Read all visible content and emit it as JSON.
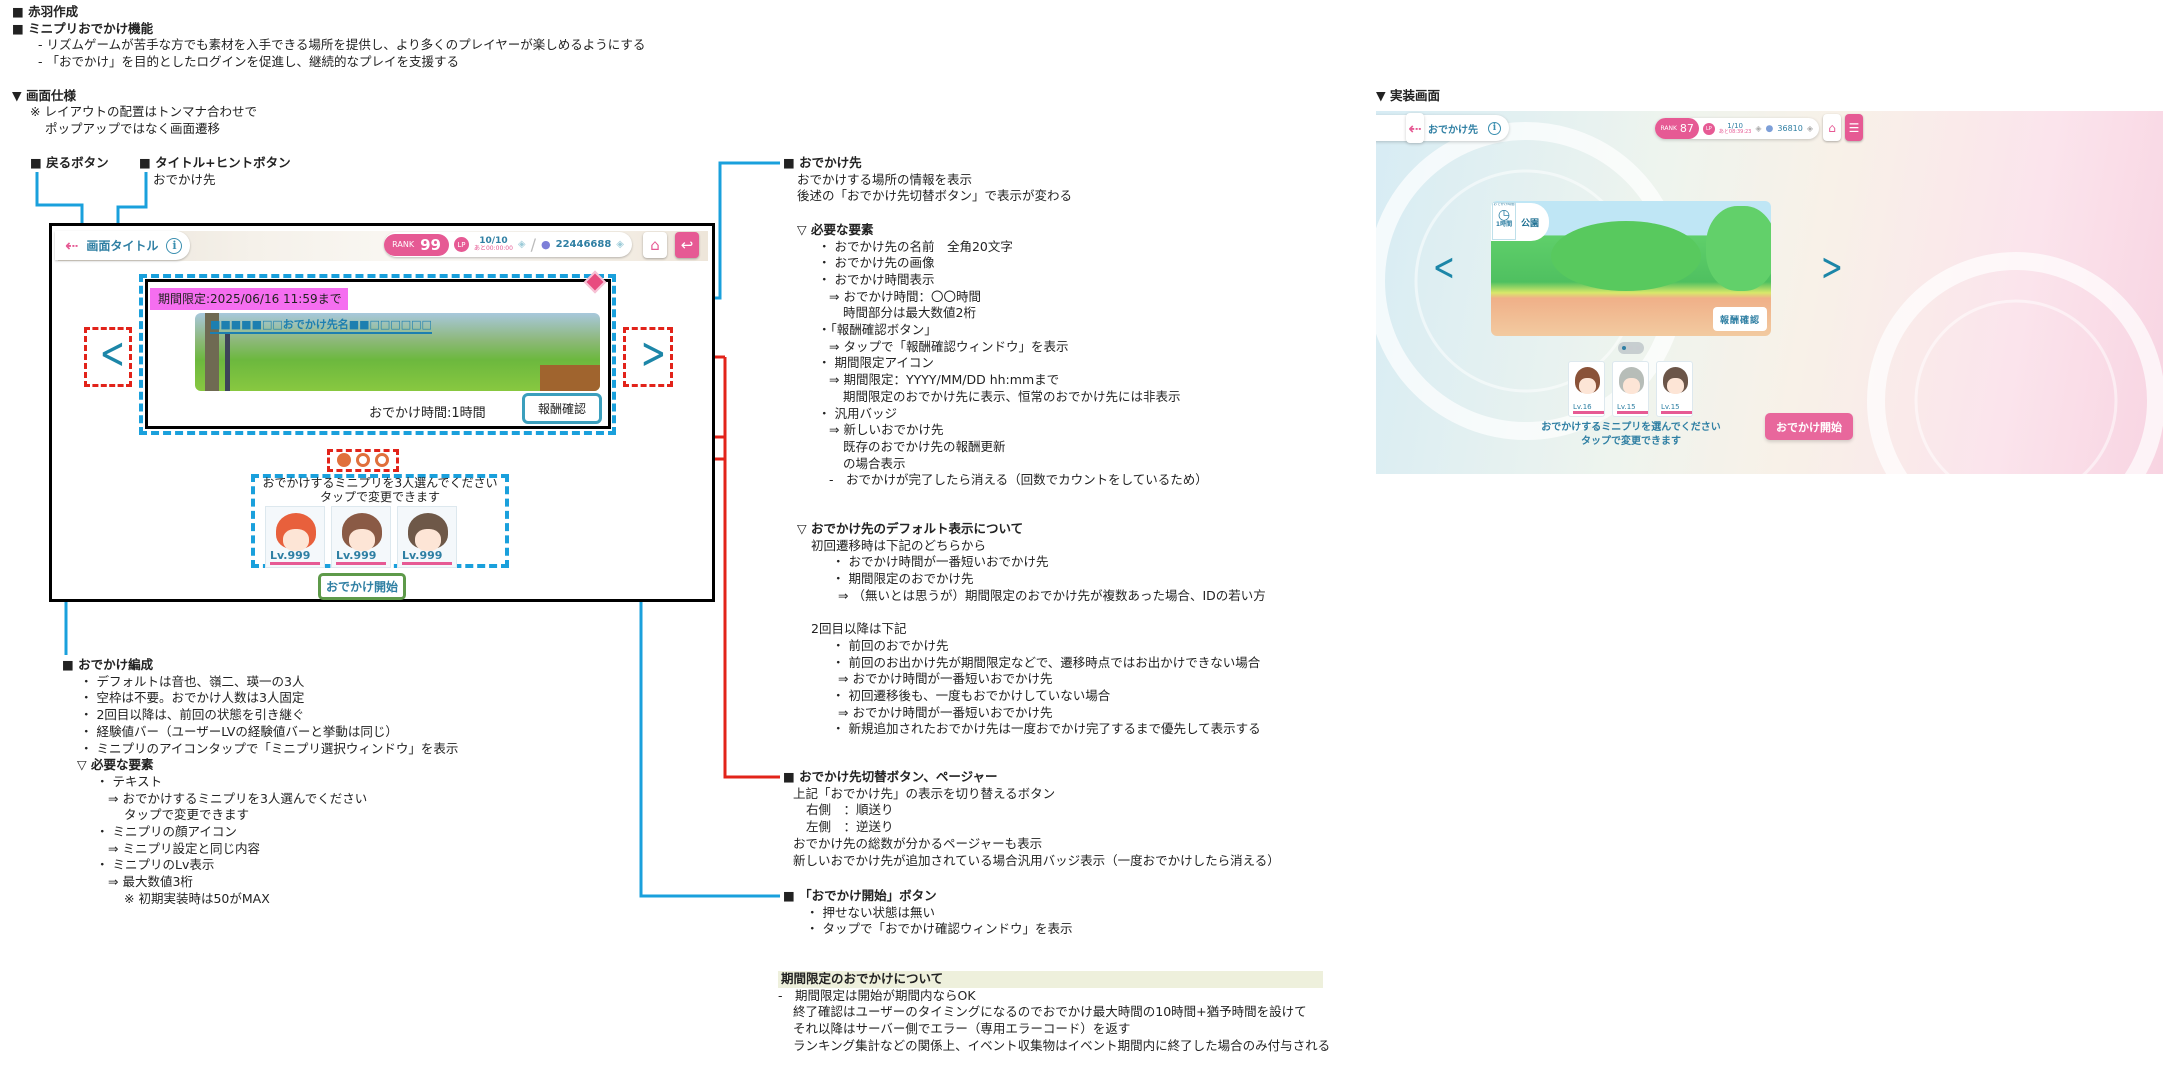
{
  "doc": {
    "author": "■ 赤羽作成",
    "feature_title": "■ ミニプリおでかけ機能",
    "feature_points": [
      "- リズムゲームが苦手な方でも素材を入手できる場所を提供し、より多くのプレイヤーが楽しめるようにする",
      "- 「おでかけ」を目的としたログインを促進し、継続的なプレイを支援する"
    ],
    "screen_spec_title": "▼ 画面仕様",
    "screen_spec_notes": [
      "※ レイアウトの配置はトンマナ合わせで",
      "ポップアップではなく画面遷移"
    ]
  },
  "callouts": {
    "back_button": "■ 戻るボタン",
    "title_hint_button": "■ タイトル+ヒントボタン",
    "title_hint_value": "おでかけ先"
  },
  "mockup": {
    "title": "画面タイトル",
    "info_icon": "i",
    "rank_label": "RANK",
    "rank_value": "99",
    "lp_label": "LP",
    "lp_value": "10/10",
    "lp_timer": "あと00:00:00",
    "currency_value": "22446688",
    "limited_label": "期間限定:2025/06/16 11:59まで",
    "destination_name": "■■■■■□□おでかけ先名■■□□□□□□",
    "duration": "おでかけ時間:1時間",
    "reward_button": "報酬確認",
    "pager": {
      "total": 3,
      "current": 1
    },
    "minipri_text_1": "おでかけするミニプリを3人選んでください",
    "minipri_text_2": "タップで変更できます",
    "minipri": [
      {
        "lv": "Lv.999",
        "hair": "#e8603c"
      },
      {
        "lv": "Lv.999",
        "hair": "#8a5a45"
      },
      {
        "lv": "Lv.999",
        "hair": "#6e5848"
      }
    ],
    "start_button": "おでかけ開始"
  },
  "destination_spec": {
    "heading": "■ おでかけ先",
    "lines": [
      "おでかけする場所の情報を表示",
      "後述の「おでかけ先切替ボタン」で表示が変わる",
      "▽ 必要な要素",
      "・ おでかけ先の名前　全角20文字",
      "・ おでかけ先の画像",
      "・ おでかけ時間表示",
      "⇒ おでかけ時間：〇〇時間",
      "時間部分は最大数値2桁",
      "・「報酬確認ボタン」",
      "⇒ タップで「報酬確認ウィンドウ」を表示",
      "・ 期間限定アイコン",
      "⇒ 期間限定：YYYY/MM/DD hh:mmまで",
      "期間限定のおでかけ先に表示、恒常のおでかけ先には非表示",
      "・ 汎用バッジ",
      "⇒ 新しいおでかけ先",
      "既存のおでかけ先の報酬更新",
      "の場合表示",
      "-　おでかけが完了したら消える（回数でカウントをしているため）"
    ]
  },
  "default_spec": {
    "heading": "▽ おでかけ先のデフォルト表示について",
    "lines": [
      "初回遷移時は下記のどちらから",
      "・ おでかけ時間が一番短いおでかけ先",
      "・ 期間限定のおでかけ先",
      "⇒ （無いとは思うが）期間限定のおでかけ先が複数あった場合、IDの若い方",
      "2回目以降は下記",
      "・ 前回のおでかけ先",
      "・ 前回のお出かけ先が期間限定などで、遷移時点ではお出かけできない場合",
      "⇒ おでかけ時間が一番短いおでかけ先",
      "・ 初回遷移後も、一度もおでかけしていない場合",
      "⇒ おでかけ時間が一番短いおでかけ先",
      "・ 新規追加されたおでかけ先は一度おでかけ完了するまで優先して表示する"
    ]
  },
  "switch_spec": {
    "heading": "■ おでかけ先切替ボタン、ページャー",
    "lines": [
      "上記「おでかけ先」の表示を切り替えるボタン",
      "右側　：順送り",
      "左側　：逆送り",
      "おでかけ先の総数が分かるページャーも表示",
      "新しいおでかけ先が追加されている場合汎用バッジ表示（一度おでかけしたら消える）"
    ]
  },
  "start_spec": {
    "heading": "■ 「おでかけ開始」ボタン",
    "lines": [
      "・ 押せない状態は無い",
      "・ タップで「おでかけ確認ウィンドウ」を表示"
    ]
  },
  "limited_spec": {
    "heading": "期間限定のおでかけについて",
    "lines": [
      "-　期間限定は開始が期間内ならOK",
      "終了確認はユーザーのタイミングになるのでおでかけ最大時間の10時間+猶予時間を設けて",
      "それ以降はサーバー側でエラー（専用エラーコード）を返す",
      "ランキング集計などの関係上、イベント収集物はイベント期間内に終了した場合のみ付与される"
    ]
  },
  "party_spec": {
    "heading": "■ おでかけ編成",
    "lines": [
      "・ デフォルトは音也、嶺二、瑛一の3人",
      "・ 空枠は不要。おでかけ人数は3人固定",
      "・ 2回目以降は、前回の状態を引き継ぐ",
      "・ 経験値バー（ユーザーLVの経験値バーと挙動は同じ）",
      "・ ミニプリのアイコンタップで「ミニプリ選択ウィンドウ」を表示",
      "▽ 必要な要素",
      "・ テキスト",
      "⇒ おでかけするミニプリを3人選んでください",
      "タップで変更できます",
      "・ ミニプリの顔アイコン",
      "⇒ ミニプリ設定と同じ内容",
      "・ ミニプリのLv表示",
      "⇒ 最大数値3桁",
      "※ 初期実装時は50がMAX"
    ]
  },
  "implemented": {
    "heading": "▼ 実装画面",
    "title": "おでかけ先",
    "info_icon": "i",
    "rank_label": "RANK",
    "rank_value": "87",
    "lp_label": "LP",
    "lp_value": "1/10",
    "lp_timer": "あと08:39:23",
    "currency_value": "36810",
    "duration_label": "おでかけ時間",
    "duration_value": "1時間",
    "destination_name": "公園",
    "reward_button": "報酬確認",
    "pager": {
      "total": 3,
      "current": 1
    },
    "minipri": [
      {
        "lv": "Lv.16",
        "hair": "#8a5238"
      },
      {
        "lv": "Lv.15",
        "hair": "#b7bdb8"
      },
      {
        "lv": "Lv.15",
        "hair": "#6b5548"
      }
    ],
    "minipri_text_1": "おでかけするミニプリを選んでください",
    "minipri_text_2": "タップで変更できます",
    "start_button": "おでかけ開始"
  },
  "colors": {
    "accent_pink": "#e65a94",
    "accent_blue": "#2f7fa3",
    "annotation_blue": "#1aa0dc",
    "annotation_red": "#e2231a",
    "limited_label_bg": "#f56ef0"
  }
}
